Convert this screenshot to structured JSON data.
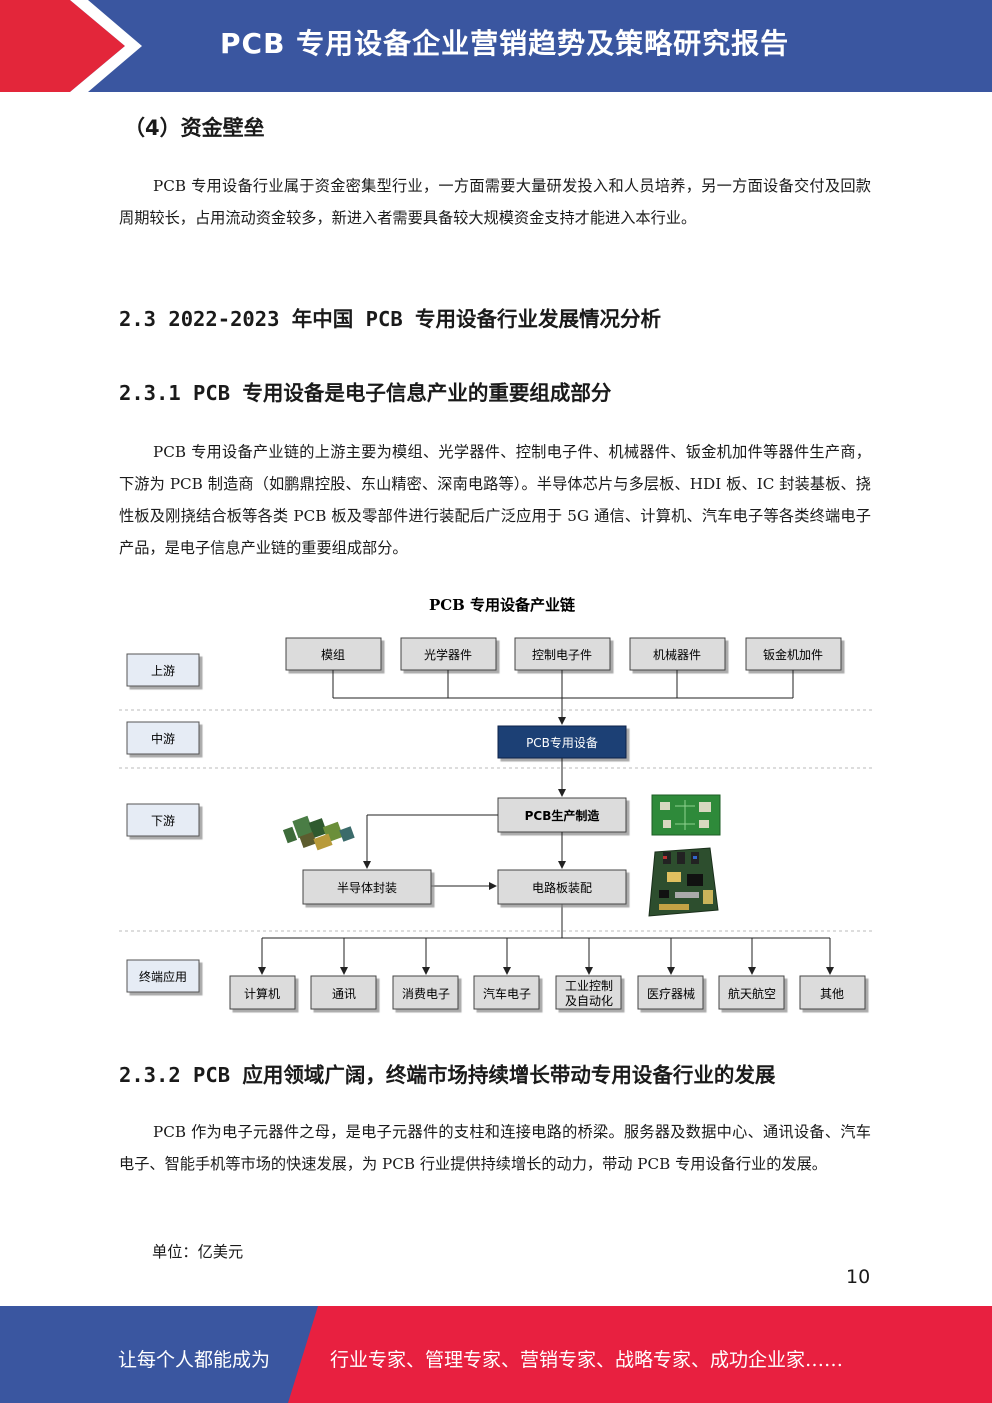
{
  "header": {
    "title": "PCB 专用设备企业营销趋势及策略研究报告",
    "accent_color": "#e3263a",
    "bar_color": "#3a56a0"
  },
  "section_capital": {
    "heading": "（4）资金壁垒",
    "paragraph": "PCB 专用设备行业属于资金密集型行业，一方面需要大量研发投入和人员培养，另一方面设备交付及回款周期较长，占用流动资金较多，新进入者需要具备较大规模资金支持才能进入本行业。"
  },
  "section_2_3": {
    "heading": "2.3 2022-2023 年中国 PCB 专用设备行业发展情况分析"
  },
  "section_2_3_1": {
    "heading": "2.3.1 PCB 专用设备是电子信息产业的重要组成部分",
    "paragraph": "PCB 专用设备产业链的上游主要为模组、光学器件、控制电子件、机械器件、钣金机加件等器件生产商，下游为 PCB 制造商（如鹏鼎控股、东山精密、深南电路等）。半导体芯片与多层板、HDI 板、IC 封装基板、挠性板及刚挠结合板等各类 PCB 板及零部件进行装配后广泛应用于 5G 通信、计算机、汽车电子等各类终端电子产品，是电子信息产业链的重要组成部分。"
  },
  "diagram": {
    "title": "PCB 专用设备产业链",
    "stages": [
      "上游",
      "中游",
      "下游",
      "终端应用"
    ],
    "upstream": [
      "模组",
      "光学器件",
      "控制电子件",
      "机械器件",
      "钣金机加件"
    ],
    "midstream": "PCB专用设备",
    "pcb_manufacturing": "PCB生产制造",
    "semiconductor_packaging": "半导体封装",
    "board_assembly": "电路板装配",
    "terminal": [
      "计算机",
      "通讯",
      "消费电子",
      "汽车电子",
      "工业控制及自动化",
      "医疗器械",
      "航天航空",
      "其他"
    ],
    "terminal_industrial_lines": [
      "工业控制",
      "及自动化"
    ],
    "highlight_color": "#1f3f74"
  },
  "section_2_3_2": {
    "heading": "2.3.2 PCB 应用领域广阔，终端市场持续增长带动专用设备行业的发展",
    "paragraph": "PCB 作为电子元器件之母，是电子元器件的支柱和连接电路的桥梁。服务器及数据中心、通讯设备、汽车电子、智能手机等市场的快速发展，为 PCB 行业提供持续增长的动力，带动 PCB 专用设备行业的发展。"
  },
  "unit_label": "单位：亿美元",
  "page_number": "10",
  "footer": {
    "slogan_left": "让每个人都能成为",
    "slogan_right": "行业专家、管理专家、营销专家、战略专家、成功企业家……"
  }
}
